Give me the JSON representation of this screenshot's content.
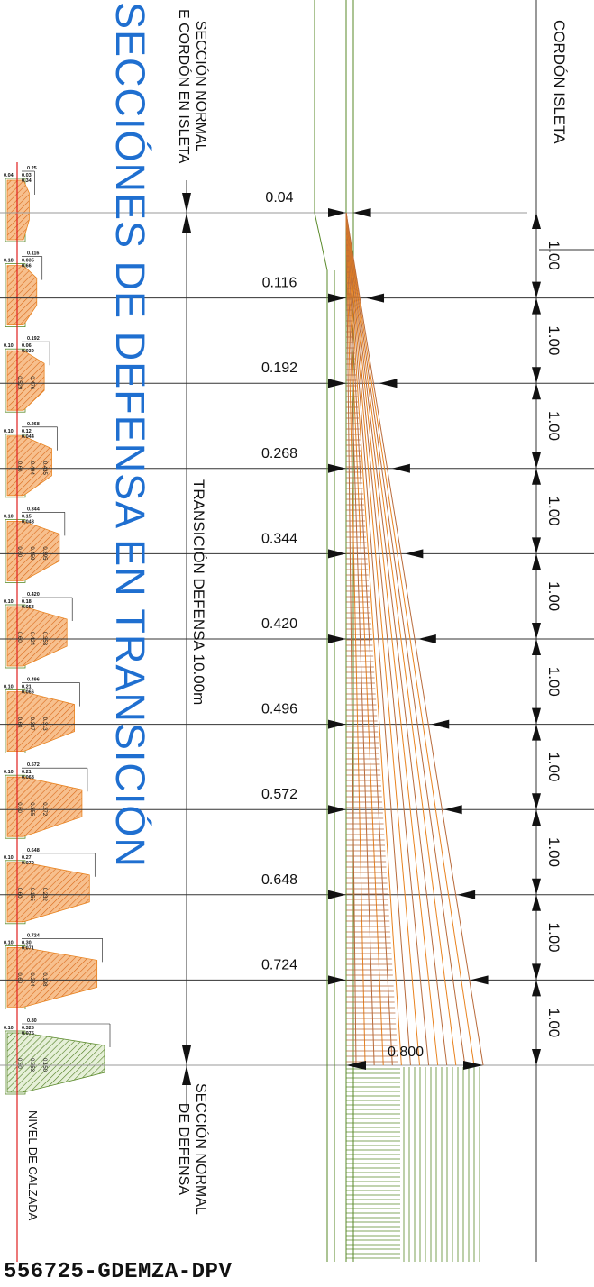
{
  "title": "SECCIÓNES DE DEFENSA EN TRANSICIÓN",
  "labels": {
    "seccion_normal_cordon": [
      "SECCIÓN NORMAL",
      "E CORDÓN EN ISLETA"
    ],
    "cordon_isleta": "CORDÓN ISLETA",
    "transicion": "TRANSICIÓN DEFENSA 10.00m",
    "seccion_normal_defensa": [
      "SECCIÓN NORMAL",
      "DE DEFENSA"
    ],
    "nivel_calzada": "NIVEL DE CALZADA"
  },
  "drawing_code": "556725-GDEMZA-DPV",
  "widths": [
    "0.04",
    "0.116",
    "0.192",
    "0.268",
    "0.344",
    "0.420",
    "0.496",
    "0.572",
    "0.648",
    "0.724",
    "0.800"
  ],
  "spacings": [
    "1.00",
    "1.00",
    "1.00",
    "1.00",
    "1.00",
    "1.00",
    "1.00",
    "1.00",
    "1.00",
    "1.00"
  ],
  "sections": [
    {
      "width": "0.04",
      "dims": [
        "0.25",
        "0.04",
        "0.03",
        "0.34"
      ]
    },
    {
      "width": "0.116",
      "dims": [
        "0.116",
        "0.18",
        "0.035",
        "0.66"
      ]
    },
    {
      "width": "0.192",
      "dims": [
        "0.192",
        "0.10",
        "0.06",
        "0.039",
        "0.529",
        "0.476"
      ]
    },
    {
      "width": "0.268",
      "dims": [
        "0.268",
        "0.10",
        "0.12",
        "0.044",
        "0.60",
        "0.494",
        "0.435"
      ]
    },
    {
      "width": "0.344",
      "dims": [
        "0.344",
        "0.10",
        "0.15",
        "0.048",
        "0.60",
        "0.459",
        "0.395"
      ]
    },
    {
      "width": "0.420",
      "dims": [
        "0.420",
        "0.10",
        "0.18",
        "0.053",
        "0.60",
        "0.424",
        "0.353"
      ]
    },
    {
      "width": "0.496",
      "dims": [
        "0.496",
        "0.10",
        "0.21",
        "0.066",
        "0.60",
        "0.387",
        "0.313"
      ]
    },
    {
      "width": "0.572",
      "dims": [
        "0.572",
        "0.10",
        "0.21",
        "0.068",
        "0.60",
        "0.355",
        "0.272"
      ]
    },
    {
      "width": "0.648",
      "dims": [
        "0.648",
        "0.10",
        "0.27",
        "0.070",
        "0.60",
        "0.155",
        "0.232"
      ]
    },
    {
      "width": "0.724",
      "dims": [
        "0.724",
        "0.10",
        "0.30",
        "0.071",
        "0.60",
        "0.284",
        "0.198"
      ]
    },
    {
      "width": "0.800",
      "dims": [
        "0.80",
        "0.10",
        "0.325",
        "0.075",
        "0.60",
        "0.253",
        "0.150"
      ]
    }
  ],
  "colors": {
    "title": "#1f6fd0",
    "hatch_orange": "#e8821e",
    "fill_orange": "#f5b27a",
    "hatch_brown": "#b86a3a",
    "green": "#5a8a2a",
    "red": "#e02020"
  }
}
